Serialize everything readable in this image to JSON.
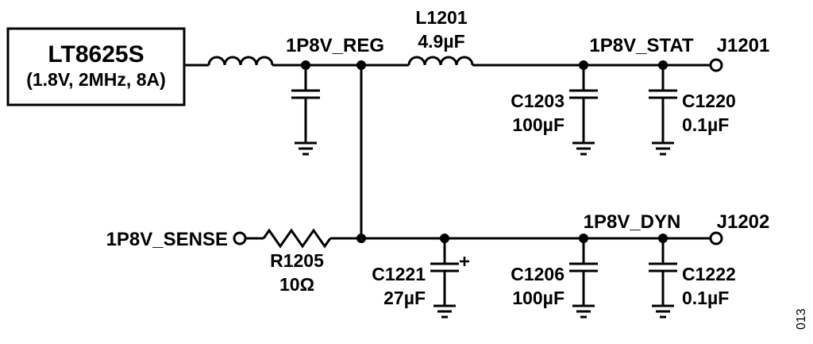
{
  "figure_number": "013",
  "regulator": {
    "name": "LT8625S",
    "specs": "(1.8V, 2MHz, 8A)"
  },
  "nets": {
    "reg": "1P8V_REG",
    "stat": "1P8V_STAT",
    "sense": "1P8V_SENSE",
    "dyn": "1P8V_DYN"
  },
  "connectors": {
    "j1201": "J1201",
    "j1202": "J1202"
  },
  "components": {
    "l1201": {
      "ref": "L1201",
      "value": "4.9µF"
    },
    "c1203": {
      "ref": "C1203",
      "value": "100µF"
    },
    "c1220": {
      "ref": "C1220",
      "value": "0.1µF"
    },
    "r1205": {
      "ref": "R1205",
      "value": "10Ω"
    },
    "c1221": {
      "ref": "C1221",
      "value": "27µF"
    },
    "c1206": {
      "ref": "C1206",
      "value": "100µF"
    },
    "c1222": {
      "ref": "C1222",
      "value": "0.1µF"
    }
  }
}
